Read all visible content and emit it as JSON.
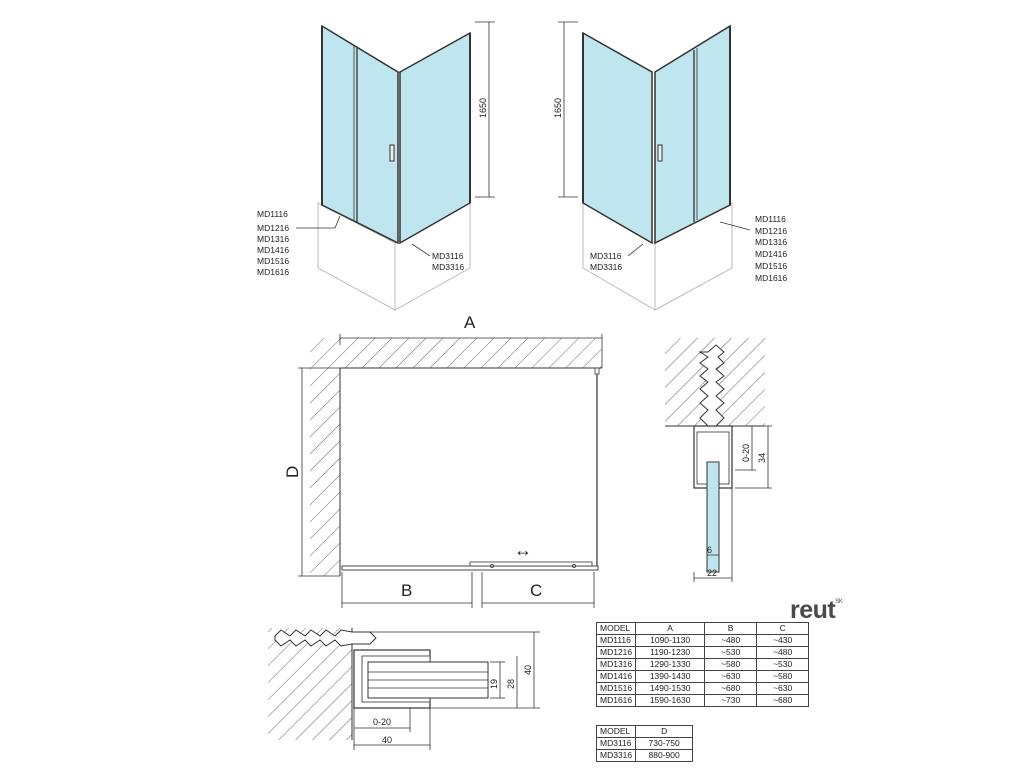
{
  "top_left": {
    "height_label": "1650",
    "models": [
      "MD1116",
      "MD1216",
      "MD1316",
      "MD1416",
      "MD1516",
      "MD1616"
    ],
    "side_models": [
      "MD3116",
      "MD3316"
    ]
  },
  "top_right": {
    "height_label": "1650",
    "models": [
      "MD1116",
      "MD1216",
      "MD1316",
      "MD1416",
      "MD1516",
      "MD1616"
    ],
    "side_models": [
      "MD3116",
      "MD3316"
    ]
  },
  "plan": {
    "label_a": "A",
    "label_b": "B",
    "label_c": "C",
    "label_d": "D",
    "arrow": "↔"
  },
  "profile_detail": {
    "dim_range": "0-20",
    "dim_total": "34",
    "dim_glass": "6",
    "dim_width": "22"
  },
  "bottom_detail": {
    "dim_19": "19",
    "dim_28": "28",
    "dim_40_v": "40",
    "dim_range": "0-20",
    "dim_40_h": "40"
  },
  "logo": {
    "text": "reut",
    "suffix": "SK"
  },
  "table1": {
    "headers": [
      "MODEL",
      "A",
      "B",
      "C"
    ],
    "rows": [
      [
        "MD1116",
        "1090-1130",
        "~480",
        "~430"
      ],
      [
        "MD1216",
        "1190-1230",
        "~530",
        "~480"
      ],
      [
        "MD1316",
        "1290-1330",
        "~580",
        "~530"
      ],
      [
        "MD1416",
        "1390-1430",
        "~630",
        "~580"
      ],
      [
        "MD1516",
        "1490-1530",
        "~680",
        "~630"
      ],
      [
        "MD1616",
        "1590-1630",
        "~730",
        "~680"
      ]
    ]
  },
  "table2": {
    "headers": [
      "MODEL",
      "D"
    ],
    "rows": [
      [
        "MD3116",
        "730-750"
      ],
      [
        "MD3316",
        "880-900"
      ]
    ]
  },
  "colors": {
    "glass": "#bfe6ee",
    "line": "#333333",
    "tray": "#d9d9d9"
  }
}
